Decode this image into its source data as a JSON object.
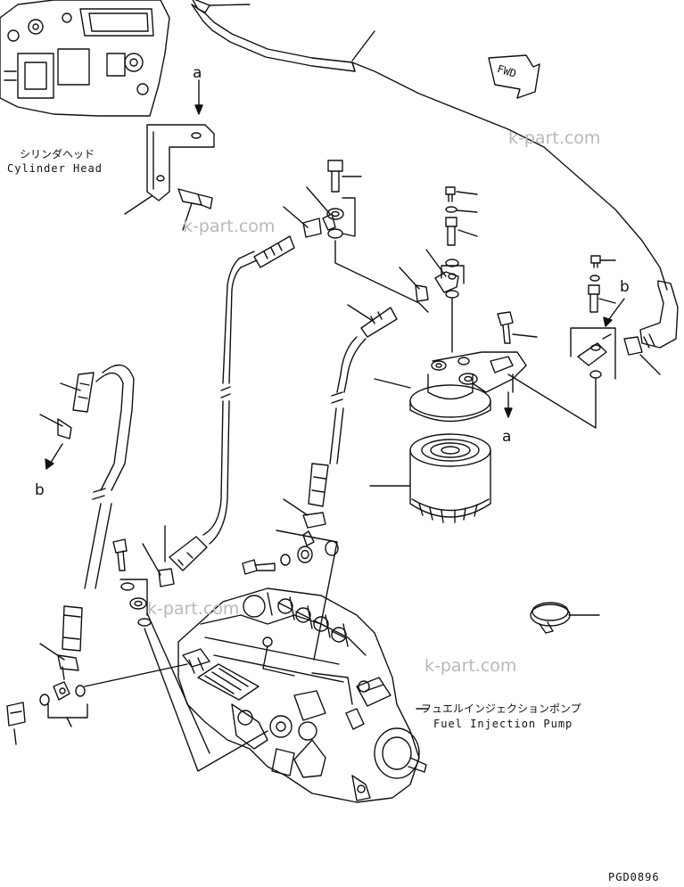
{
  "labels": {
    "cylinder_head_jp": "シリンダヘッド",
    "cylinder_head_en": "Cylinder Head",
    "injection_pump_jp": "フュエルインジェクションポンプ",
    "injection_pump_en": "Fuel Injection Pump",
    "fwd": "FWD",
    "drawing_code": "PGD0896"
  },
  "callouts": {
    "a_top": "a",
    "a_filter": "a",
    "b_right": "b",
    "b_left": "b"
  },
  "watermark": "k-part.com",
  "colors": {
    "ink": "#111111",
    "watermark": "#b8b8b8",
    "background": "#ffffff"
  }
}
